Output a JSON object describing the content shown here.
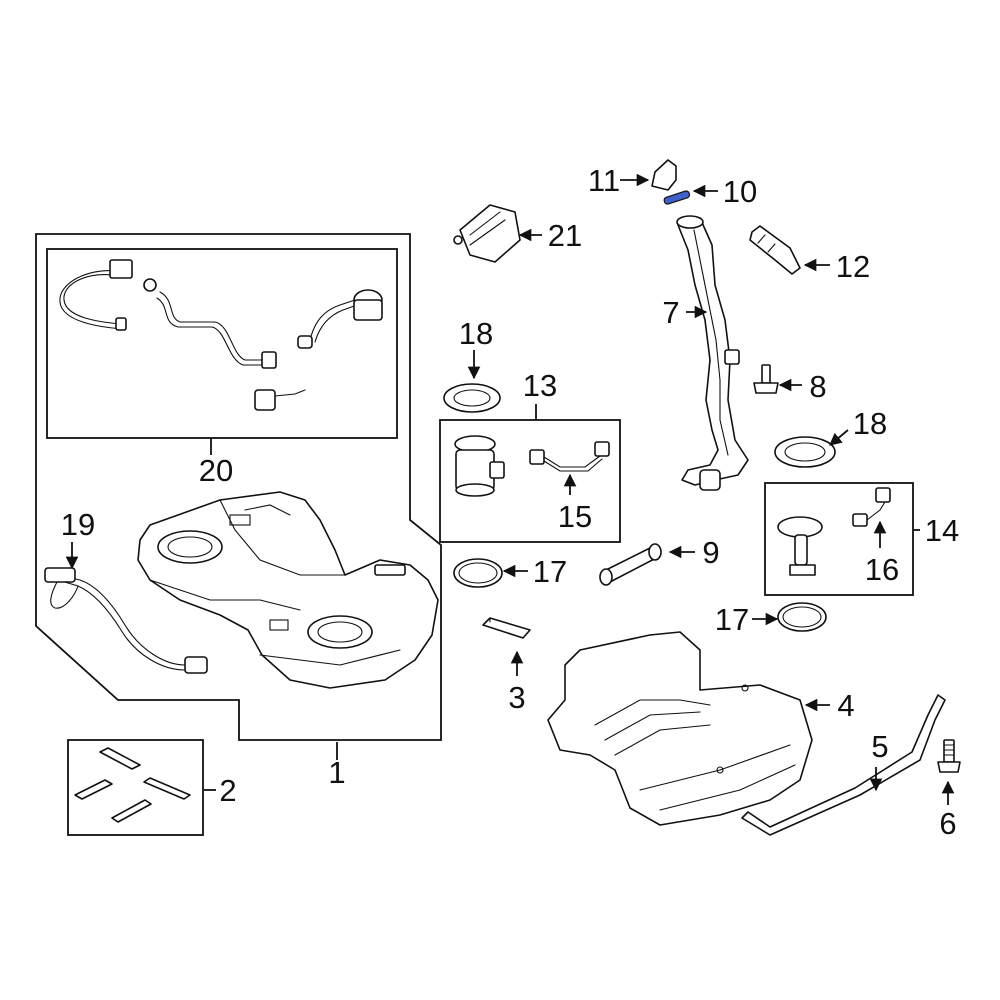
{
  "diagram": {
    "highlight_color": "#3f5fc9",
    "line_color": "#111111",
    "background_color": "#ffffff",
    "highlighted_part": "10",
    "callouts": {
      "c1": "1",
      "c2": "2",
      "c3": "3",
      "c4": "4",
      "c5": "5",
      "c6": "6",
      "c7": "7",
      "c8": "8",
      "c9": "9",
      "c10": "10",
      "c11": "11",
      "c12": "12",
      "c13": "13",
      "c14": "14",
      "c15": "15",
      "c16": "16",
      "c17a": "17",
      "c17b": "17",
      "c18a": "18",
      "c18b": "18",
      "c19": "19",
      "c20": "20",
      "c21": "21"
    }
  }
}
